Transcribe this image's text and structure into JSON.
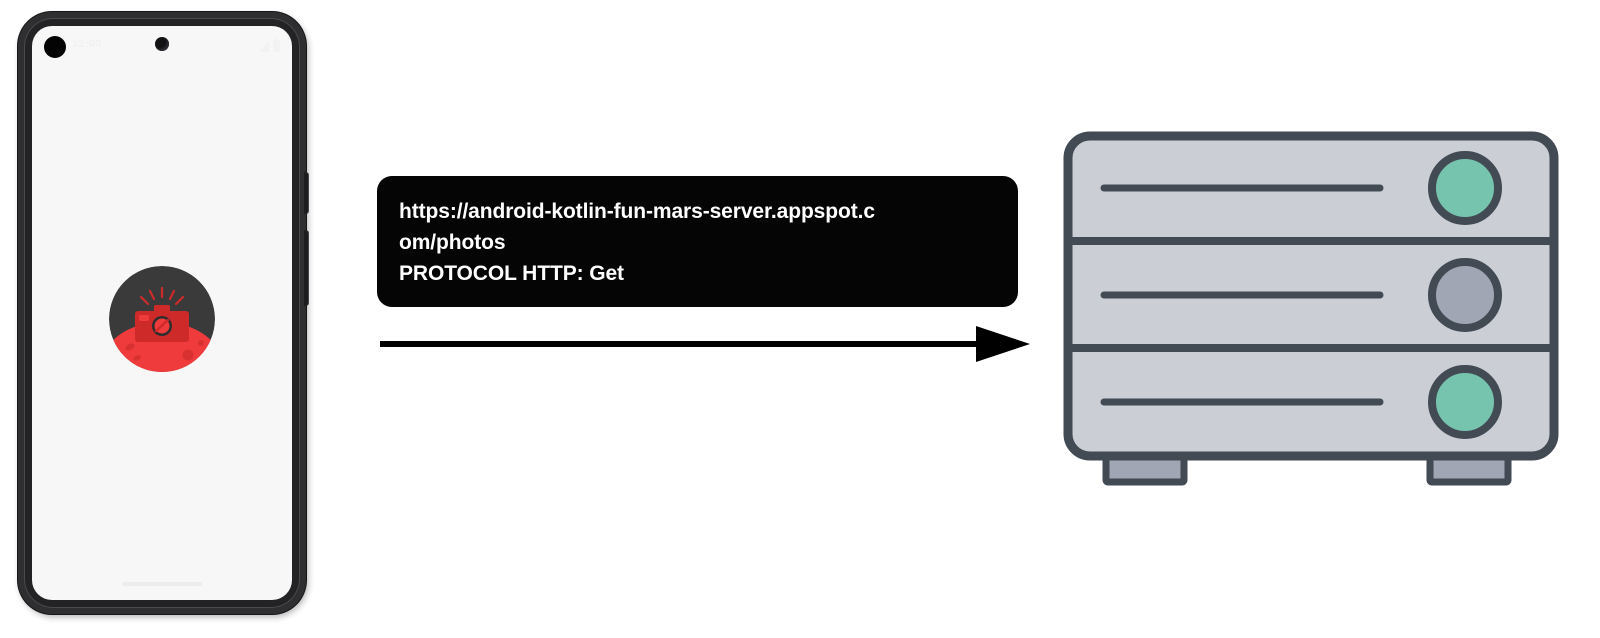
{
  "diagram": {
    "title": "Android app makes an HTTP GET request to the Mars photos web server",
    "background_color": "#ffffff"
  },
  "phone": {
    "device_label": "android-phone",
    "status_bar": {
      "time": "12:00",
      "app_notification_icon": "app-notification-dot-icon",
      "camera_icon": "front-camera-punch-hole-icon",
      "signal_icon": "cellular-signal-icon",
      "battery_icon": "battery-icon"
    },
    "screen": {
      "background_color": "#f7f7f7",
      "app_icon": {
        "name": "mars-photos-app-icon",
        "circle_color": "#3a3a3a",
        "planet_color": "#ef3b3b",
        "camera_color": "#cf2a2a"
      },
      "gesture_bar": "home-gesture-indicator"
    },
    "buttons": {
      "power": "power-button",
      "volume": "volume-rocker-button"
    },
    "colors": {
      "frame": "#2f2f31",
      "bezel": "#232325"
    }
  },
  "callout": {
    "name": "http-request-callout",
    "background_color": "#050505",
    "text_color": "#ffffff",
    "url": "https://android-kotlin-fun-mars-server.appspot.com/photos",
    "protocol_line": "PROTOCOL HTTP: Get",
    "url_wrapped": [
      "https://android-kotlin-fun-mars-server.appspot.c",
      "om/photos"
    ]
  },
  "arrow": {
    "name": "request-direction-arrow",
    "color": "#000000",
    "direction": "left-to-right",
    "from": "phone",
    "to": "server"
  },
  "server": {
    "name": "web-server",
    "colors": {
      "body": "#cbced4",
      "outline": "#424a54",
      "foot": "#a0a6b4",
      "light_active": "#77c4ae",
      "light_inactive": "#a0a6b4"
    },
    "units": [
      {
        "label": "server-rack-unit-1",
        "status_light": "active",
        "light_color": "#77c4ae"
      },
      {
        "label": "server-rack-unit-2",
        "status_light": "inactive",
        "light_color": "#a0a6b4"
      },
      {
        "label": "server-rack-unit-3",
        "status_light": "active",
        "light_color": "#77c4ae"
      }
    ],
    "feet": [
      "server-foot-left",
      "server-foot-right"
    ]
  }
}
